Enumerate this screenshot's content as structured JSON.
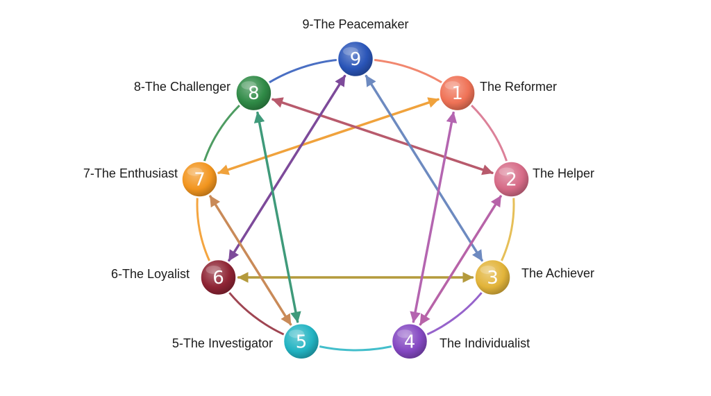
{
  "nodes": [
    {
      "id": "9",
      "number": "9",
      "label": "9-The Peacemaker",
      "color": "#2a55b8"
    },
    {
      "id": "1",
      "number": "1",
      "label": "The Reformer",
      "color": "#ef7256"
    },
    {
      "id": "2",
      "number": "2",
      "label": "The Helper",
      "color": "#d66b87"
    },
    {
      "id": "3",
      "number": "3",
      "label": "The Achiever",
      "color": "#e2b43a"
    },
    {
      "id": "4",
      "number": "4",
      "label": "The Individualist",
      "color": "#8448c2"
    },
    {
      "id": "5",
      "number": "5",
      "label": "5-The Investigator",
      "color": "#22b3c2"
    },
    {
      "id": "6",
      "number": "6",
      "label": "6-The Loyalist",
      "color": "#8e2434"
    },
    {
      "id": "7",
      "number": "7",
      "label": "7-The Enthusiast",
      "color": "#f2951e"
    },
    {
      "id": "8",
      "number": "8",
      "label": "8-The Challenger",
      "color": "#2f8a46"
    }
  ],
  "connections": [
    {
      "from": "1",
      "to": "7",
      "color": "#f0a23c",
      "arrows": "both"
    },
    {
      "from": "8",
      "to": "2",
      "color": "#b85a6c",
      "arrows": "both"
    },
    {
      "from": "6",
      "to": "3",
      "color": "#b49a3c",
      "arrows": "both"
    },
    {
      "from": "9",
      "to": "3",
      "color": "#6d8ac0",
      "arrows": "both"
    },
    {
      "from": "6",
      "to": "9",
      "color": "#7d4a9a",
      "arrows": "both"
    },
    {
      "from": "5",
      "to": "8",
      "color": "#3f9a7a",
      "arrows": "both"
    },
    {
      "from": "5",
      "to": "7",
      "color": "#c98a58",
      "arrows": "both"
    },
    {
      "from": "1",
      "to": "4",
      "color": "#b465b0",
      "arrows": "both"
    },
    {
      "from": "2",
      "to": "4",
      "color": "#b763a8",
      "arrows": "both"
    }
  ]
}
